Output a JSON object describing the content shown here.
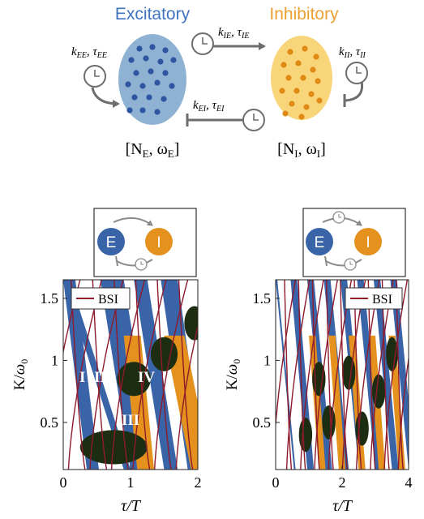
{
  "diagram": {
    "excitatory_label": "Excitatory",
    "inhibitory_label": "Inhibitory",
    "k_ee": "k",
    "k_ee_sub": "EE",
    "tau_ee": "τ",
    "tau_ee_sub": "EE",
    "k_ie": "k",
    "k_ie_sub": "IE",
    "tau_ie": "τ",
    "tau_ie_sub": "IE",
    "k_ii": "k",
    "k_ii_sub": "II",
    "tau_ii": "τ",
    "tau_ii_sub": "II",
    "k_ei": "k",
    "k_ei_sub": "EI",
    "tau_ei": "τ",
    "tau_ei_sub": "EI",
    "state_e": "[N",
    "state_e_sub": "E",
    "state_e_mid": ", ω",
    "state_e_end": "]",
    "state_i": "[N",
    "state_i_sub": "I",
    "state_i_mid": ", ω",
    "state_i_end": "]"
  },
  "insets": {
    "left": {
      "node_e": "E",
      "node_i": "I"
    },
    "right": {
      "node_e": "E",
      "node_i": "I"
    }
  },
  "colors": {
    "excitatory": "#3a64a8",
    "inhibitory": "#e5911e",
    "overlap": "#1c2d12",
    "curve": "#8e1a2c",
    "excitatory_title": "#3f74c0",
    "inhibitory_title": "#eca035"
  },
  "chart_data": [
    {
      "type": "heatmap",
      "xlabel": "τ/T",
      "ylabel": "K/ω0",
      "xlim": [
        0,
        2
      ],
      "ylim": [
        0.12,
        1.65
      ],
      "xticks": [
        "0",
        "1",
        "2"
      ],
      "yticks": [
        "0.5",
        "1",
        "1.5"
      ],
      "legend": {
        "entry": "BSI",
        "placement": "top-left"
      },
      "region_labels": [
        "I",
        "II",
        "III",
        "IV"
      ]
    },
    {
      "type": "heatmap",
      "xlabel": "τ/T",
      "ylabel": "K/ω0",
      "xlim": [
        0,
        4
      ],
      "ylim": [
        0.12,
        1.65
      ],
      "xticks": [
        "0",
        "2",
        "4"
      ],
      "yticks": [
        "0.5",
        "1",
        "1.5"
      ],
      "legend": {
        "entry": "BSI",
        "placement": "top-right"
      }
    }
  ]
}
